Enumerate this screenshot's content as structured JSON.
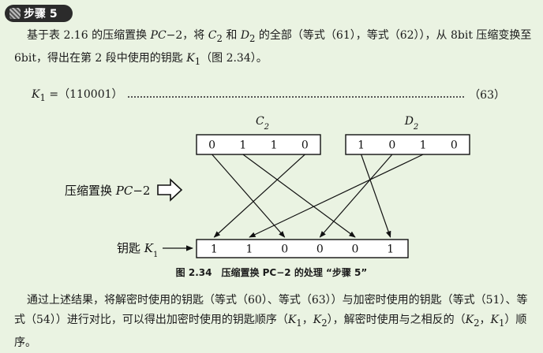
{
  "step_label": "步骤 5",
  "para1": "基于表 2.16 的压缩置换 <i>PC</i>−2，将 <i>C</i><sub>2</sub> 和 <i>D</i><sub>2</sub> 的全部（等式（61），等式（62）），从 8bit 压缩变换至 6bit，得出在第 2 段中使用的钥匙 <i>K</i><sub>1</sub>（图 2.34）。",
  "equation": {
    "lhs": "<i>K</i><sub>1</sub> =（110001）",
    "number": "（63）"
  },
  "figure": {
    "c_label": "C<tspan baseline-shift='sub' font-size='10'>2</tspan>",
    "d_label": "D<tspan baseline-shift='sub' font-size='10'>2</tspan>",
    "c_bits": [
      "0",
      "1",
      "1",
      "0"
    ],
    "d_bits": [
      "1",
      "0",
      "1",
      "0"
    ],
    "pc2_label": "压缩置换 ",
    "pc2_italic": "PC",
    "pc2_suffix": "−2",
    "key_label": "钥匙 ",
    "key_italic": "K",
    "key_sub": "1",
    "key_bits": [
      "1",
      "1",
      "0",
      "0",
      "0",
      "1"
    ],
    "mapping": [
      [
        0,
        2
      ],
      [
        1,
        4
      ],
      [
        3,
        0
      ],
      [
        4,
        5
      ],
      [
        5,
        3
      ],
      [
        6,
        1
      ]
    ]
  },
  "caption": "图 2.34　压缩置换 PC−2 的处理 “步骤 5”",
  "para2": "通过上述结果，将解密时使用的钥匙（等式（60）、等式（63））与加密时使用的钥匙（等式（51）、等式（54））进行对比，可以得出加密时使用的钥匙顺序（<i>K</i><sub>1</sub>，<i>K</i><sub>2</sub>），解密时使用与之相反的（<i>K</i><sub>2</sub>，<i>K</i><sub>1</sub>）顺序。"
}
